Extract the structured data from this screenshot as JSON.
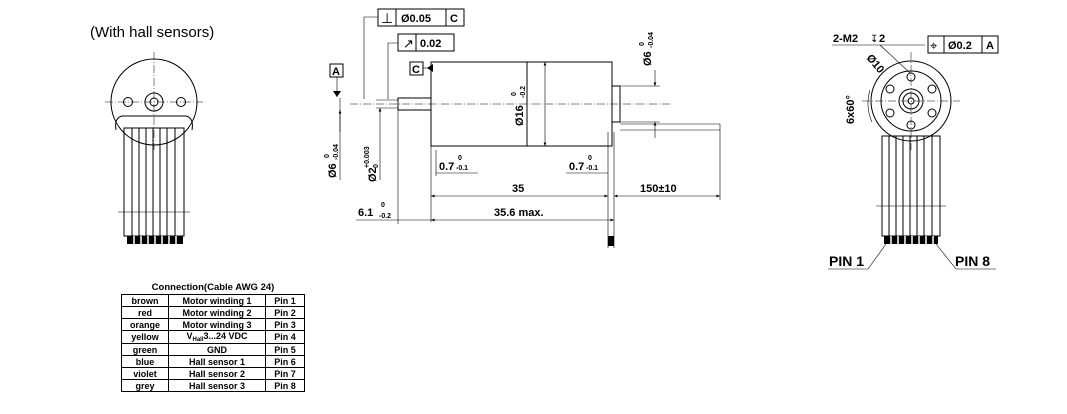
{
  "variant_label": "(With hall sensors)",
  "tolerances": {
    "perpendicularity_value": "Ø0.05",
    "perpendicularity_datum": "C",
    "runout_value": "0.02",
    "position_value": "Ø0.2",
    "position_datum": "A"
  },
  "datums": {
    "a": "A",
    "c": "C"
  },
  "dimensions": {
    "shaft_dia_main": "Ø6",
    "shaft_dia_main_tol_upper": "0",
    "shaft_dia_main_tol_lower": "-0.04",
    "shaft_dia_small": "Ø2",
    "shaft_dia_small_tol_upper": "+0.003",
    "shaft_dia_small_tol_lower": "0",
    "body_dia": "Ø16",
    "body_dia_tol_upper": "0",
    "body_dia_tol_lower": "-0.2",
    "rear_dia": "Ø6",
    "rear_dia_tol_upper": "0",
    "rear_dia_tol_lower": "-0.04",
    "chamfer_front": "0.7",
    "chamfer_front_tol_upper": "0",
    "chamfer_front_tol_lower": "-0.1",
    "chamfer_rear": "0.7",
    "chamfer_rear_tol_upper": "0",
    "chamfer_rear_tol_lower": "-0.1",
    "length_35": "35",
    "length_max": "35.6 max.",
    "cable_length": "150±10",
    "shaft_length": "6.1",
    "shaft_length_tol_upper": "0",
    "shaft_length_tol_lower": "-0.2",
    "thread": "2-M2",
    "thread_depth": "2",
    "bolt_circle": "Ø10",
    "angle": "6x60°",
    "pin_first": "PIN 1",
    "pin_last": "PIN 8"
  },
  "connection": {
    "caption": "Connection(Cable AWG 24)",
    "rows": [
      {
        "color": "brown",
        "function": "Motor winding 1",
        "pin": "Pin 1"
      },
      {
        "color": "red",
        "function": "Motor winding 2",
        "pin": "Pin 2"
      },
      {
        "color": "orange",
        "function": "Motor winding 3",
        "pin": "Pin 3"
      },
      {
        "color": "yellow",
        "function_prefix": "V",
        "function_sub": "Hall",
        "function": "3...24 VDC",
        "pin": "Pin 4"
      },
      {
        "color": "green",
        "function": "GND",
        "pin": "Pin 5"
      },
      {
        "color": "blue",
        "function": "Hall sensor 1",
        "pin": "Pin 6"
      },
      {
        "color": "violet",
        "function": "Hall sensor 2",
        "pin": "Pin 7"
      },
      {
        "color": "grey",
        "function": "Hall sensor 3",
        "pin": "Pin 8"
      }
    ]
  }
}
